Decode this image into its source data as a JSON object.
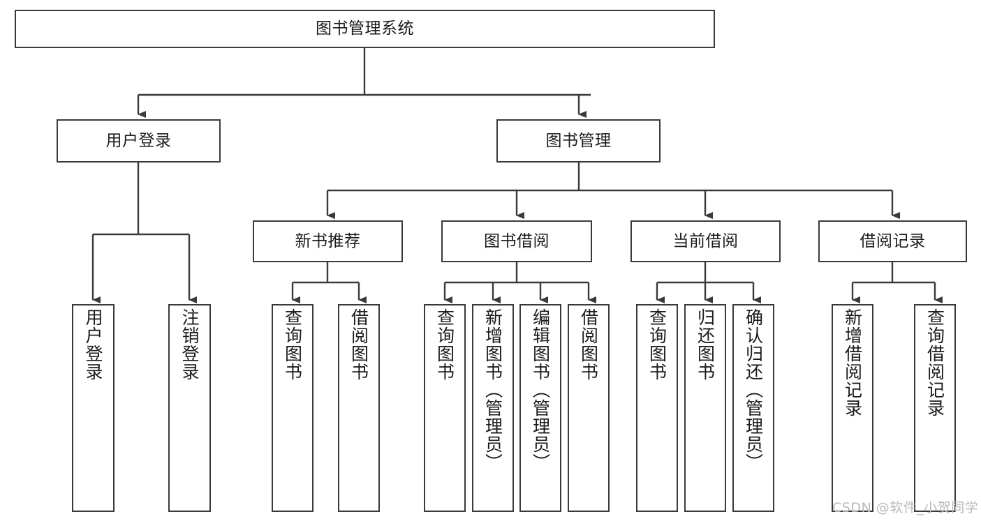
{
  "diagram": {
    "title": "图书管理系统",
    "type": "hierarchy-tree",
    "watermark": "CSDN @软件_小贺同学",
    "colors": {
      "stroke": "#3a3a3a",
      "fill": "#ffffff",
      "text": "#1b1b1b",
      "watermark": "#b9b9b9"
    },
    "nodes": {
      "root": {
        "label": "图书管理系统"
      },
      "level2": [
        {
          "label": "用户登录"
        },
        {
          "label": "图书管理"
        }
      ],
      "level3": [
        {
          "label": "新书推荐"
        },
        {
          "label": "图书借阅"
        },
        {
          "label": "当前借阅"
        },
        {
          "label": "借阅记录"
        }
      ],
      "leaves": {
        "user_login": [
          {
            "label": "用户登录"
          },
          {
            "label": "注销登录"
          }
        ],
        "new_book": [
          {
            "label": "查询图书"
          },
          {
            "label": "借阅图书"
          }
        ],
        "book_borrow": [
          {
            "label": "查询图书"
          },
          {
            "label": "新增图书（管理员）"
          },
          {
            "label": "编辑图书（管理员）"
          },
          {
            "label": "借阅图书"
          }
        ],
        "current_borrow": [
          {
            "label": "查询图书"
          },
          {
            "label": "归还图书"
          },
          {
            "label": "确认归还（管理员）"
          }
        ],
        "borrow_record": [
          {
            "label": "新增借阅记录"
          },
          {
            "label": "查询借阅记录"
          }
        ]
      }
    }
  }
}
